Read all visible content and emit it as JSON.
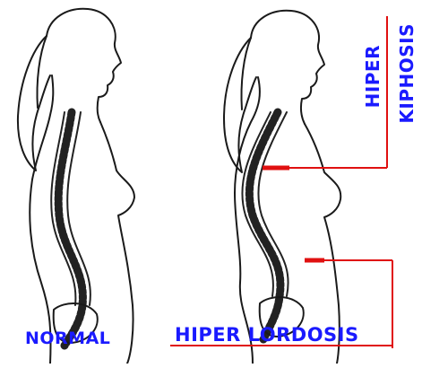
{
  "labels": {
    "normal": "NORMAL",
    "hiper_lordosis": "HIPER LORDOSIS",
    "hiper": "HIPER",
    "kiphosis": "KIPHOSIS"
  },
  "colors": {
    "label": "#1a1aff",
    "pointer": "#e01010",
    "outline": "#1a1a1a",
    "vertebra": "#222222"
  }
}
